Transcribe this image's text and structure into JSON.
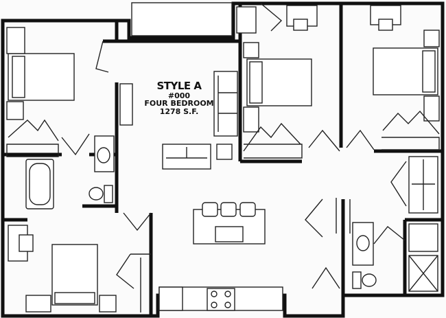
{
  "plan": {
    "style": "STYLE A",
    "unit_number": "#000",
    "type": "FOUR BEDROOM",
    "area": "1278 S.F."
  }
}
